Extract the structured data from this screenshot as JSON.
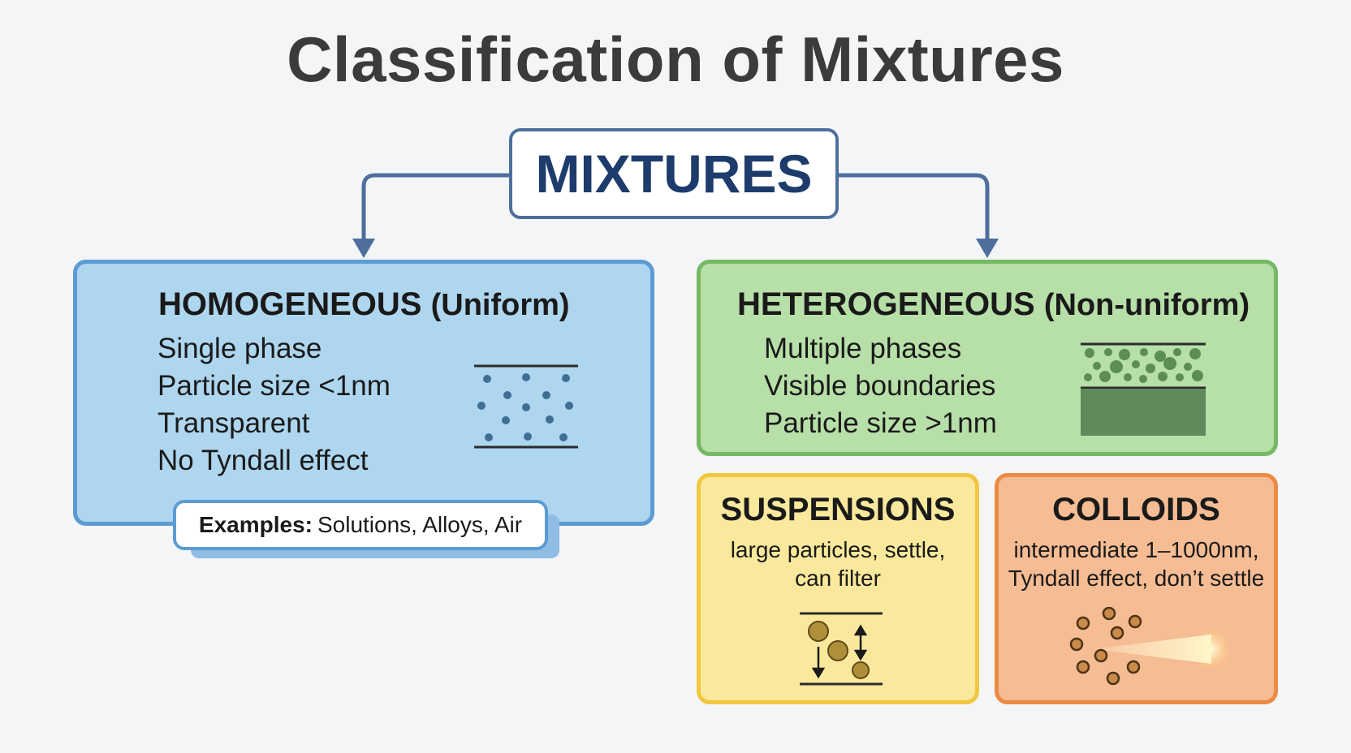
{
  "title": "Classification of Mixtures",
  "root": {
    "label": "MIXTURES"
  },
  "homogeneous": {
    "title": "HOMOGENEOUS",
    "qualifier": "(Uniform)",
    "properties": [
      "Single phase",
      "Particle size <1nm",
      "Transparent",
      "No Tyndall effect"
    ],
    "examples_label": "Examples:",
    "examples_text": "Solutions, Alloys, Air"
  },
  "heterogeneous": {
    "title": "HETEROGENEOUS",
    "qualifier": "(Non-uniform)",
    "properties": [
      "Multiple phases",
      "Visible boundaries",
      "Particle size >1nm"
    ]
  },
  "suspensions": {
    "title": "SUSPENSIONS",
    "description": [
      "large particles, settle,",
      "can filter"
    ]
  },
  "colloids": {
    "title": "COLLOIDS",
    "description": [
      "intermediate 1–1000nm,",
      "Tyndall effect, don’t settle"
    ]
  },
  "colors": {
    "connector": "#4e6f9c",
    "homogeneous_fill": "#aed6ef",
    "heterogeneous_fill": "#b7dfa8",
    "suspensions_fill": "#fae99c",
    "colloids_fill": "#f6bc93"
  }
}
